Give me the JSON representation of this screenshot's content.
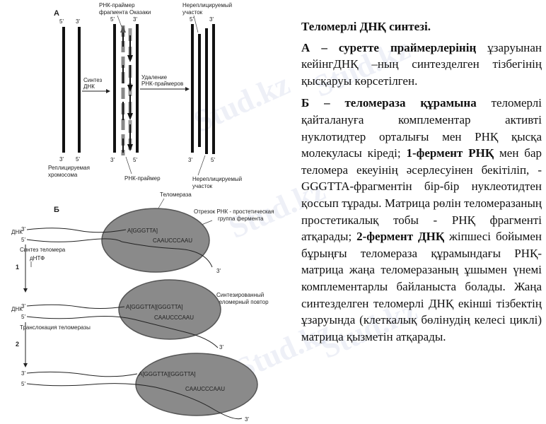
{
  "figure": {
    "panel_a_label": "А",
    "panel_b_label": "Б",
    "a": {
      "five_prime": "5'",
      "three_prime": "3'",
      "header_primer": "РНК-праймер",
      "header_okazaki": "фрагмента Оказаки",
      "header_nonrep_1": "Нереплицируемый",
      "header_nonrep_2": "участок",
      "synth_1": "Синтез",
      "synth_2": "ДНК",
      "removal_1": "Удаление",
      "removal_2": "РНК-праймеров",
      "replicated_1": "Реплицируемая",
      "replicated_2": "хромосома",
      "primer_bottom": "РНК-праймер",
      "nonrep_bottom_1": "Нереплицируемый",
      "nonrep_bottom_2": "участок"
    },
    "b": {
      "telomerase": "Теломераза",
      "rna_segment_1": "Отрезок РНК - простетическая",
      "rna_segment_2": "группа фермента",
      "dna": "ДНК",
      "seq_1": "A[GGGTTA]",
      "template": "CAAUCCCAAU",
      "seq_2": "A[GGGTTA][GGGTTA]",
      "step_1": "1",
      "step_2": "2",
      "telomere_synth": "Синтез теломера",
      "dntp": "дНТФ",
      "new_repeat_1": "Синтезированный",
      "new_repeat_2": "теломерный повтор",
      "translocation": "Транслокация теломеразы",
      "three_prime": "3'",
      "five_prime": "5'"
    }
  },
  "text": {
    "title": "Теломерлі ДНҚ синтезі.",
    "para_a_bold": "А – суретте праймерлерінің",
    "para_a_rest": "ұзаруынан кейінгДНҚ –ның синтезделген тізбегінің қысқаруы көрсетілген.",
    "para_b_bold1": "Б – теломераза құрамына",
    "para_b_text1": "теломерлі қайталануға комплементар активті нуклотидтер орталығы мен РНҚ қысқа молекуласы кіреді;",
    "para_b_bold2": "1-фермент РНҚ",
    "para_b_text2": "мен бар теломера екеуінің әсерлесуінен бекітіліп, -GGGTTA-фрагментін бір-бір нуклеотидтен қоссып тұрады. Матрица рөлін теломеразаның простетикалық тобы - РНҚ фрагменті атқарады;",
    "para_b_bold3": "2-фермент ДНҚ",
    "para_b_text3": "жіпшесі бойымен бұрыңғы теломераза құрамындағы РНҚ-матрица жаңа теломеразаның ұшымен үнемі комплементарлы байланыста болады. Жаңа синтезделген теломерлі ДНҚ екінші тізбектің ұзаруында (клеткалық бөлінудің келесі циклі) матрица қызметін атқарады."
  },
  "watermark": "Stud.kz"
}
